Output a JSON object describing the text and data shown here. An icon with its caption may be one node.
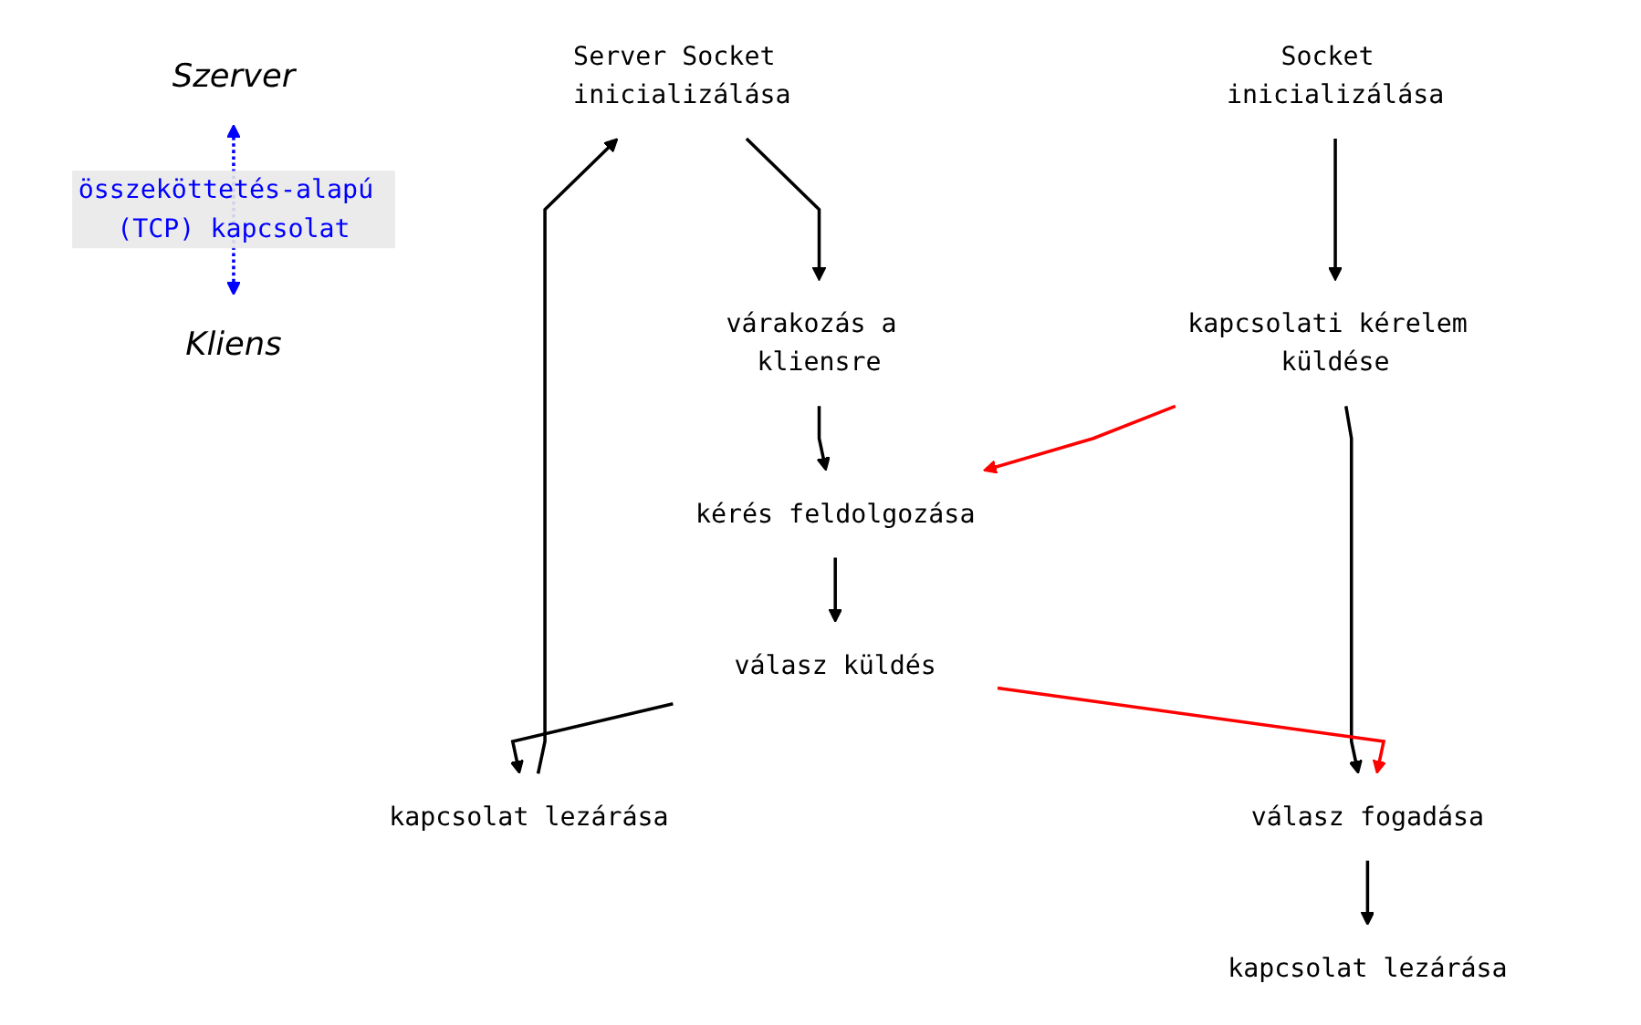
{
  "diagram": {
    "nodes": [
      {
        "text": [
          "Szerver"
        ]
      },
      {
        "text": [
          "Kliens"
        ]
      },
      {
        "text": [
          "Server Socket inicializálása"
        ]
      },
      {
        "text": [
          "várakozás a kliensre"
        ]
      },
      {
        "text": [
          "kérés feldolgozása"
        ]
      },
      {
        "text": [
          "válasz küldés"
        ]
      },
      {
        "text": [
          "kapcsolat lezárása"
        ]
      },
      {
        "text": [
          "Socket inicializálása"
        ]
      },
      {
        "text": [
          "kapcsolati kérelem küldése"
        ]
      },
      {
        "text": [
          "válasz fogadása"
        ]
      },
      {
        "text": [
          "kapcsolat lezárása"
        ]
      }
    ],
    "edges": [
      {
        "from": 0,
        "to": 1,
        "arrow": "both",
        "label": "összeköttetés-alapú (TCP) kapcsolat",
        "style": "dashed",
        "color": "#0000ff"
      },
      {
        "from": 2,
        "to": 3,
        "arrow": "to"
      },
      {
        "from": 3,
        "to": 4,
        "arrow": "to"
      },
      {
        "from": 4,
        "to": 5,
        "arrow": "to"
      },
      {
        "from": 5,
        "to": 6,
        "arrow": "to"
      },
      {
        "from": 6,
        "to": 2,
        "arrow": "to"
      },
      {
        "from": 7,
        "to": 8,
        "arrow": "to"
      },
      {
        "from": 8,
        "to": 4,
        "arrow": "to",
        "color": "#ff0000"
      },
      {
        "from": 8,
        "to": 9,
        "arrow": "to"
      },
      {
        "from": 5,
        "to": 9,
        "arrow": "to",
        "color": "#ff0000"
      },
      {
        "from": 9,
        "to": 10,
        "arrow": "to"
      }
    ]
  }
}
